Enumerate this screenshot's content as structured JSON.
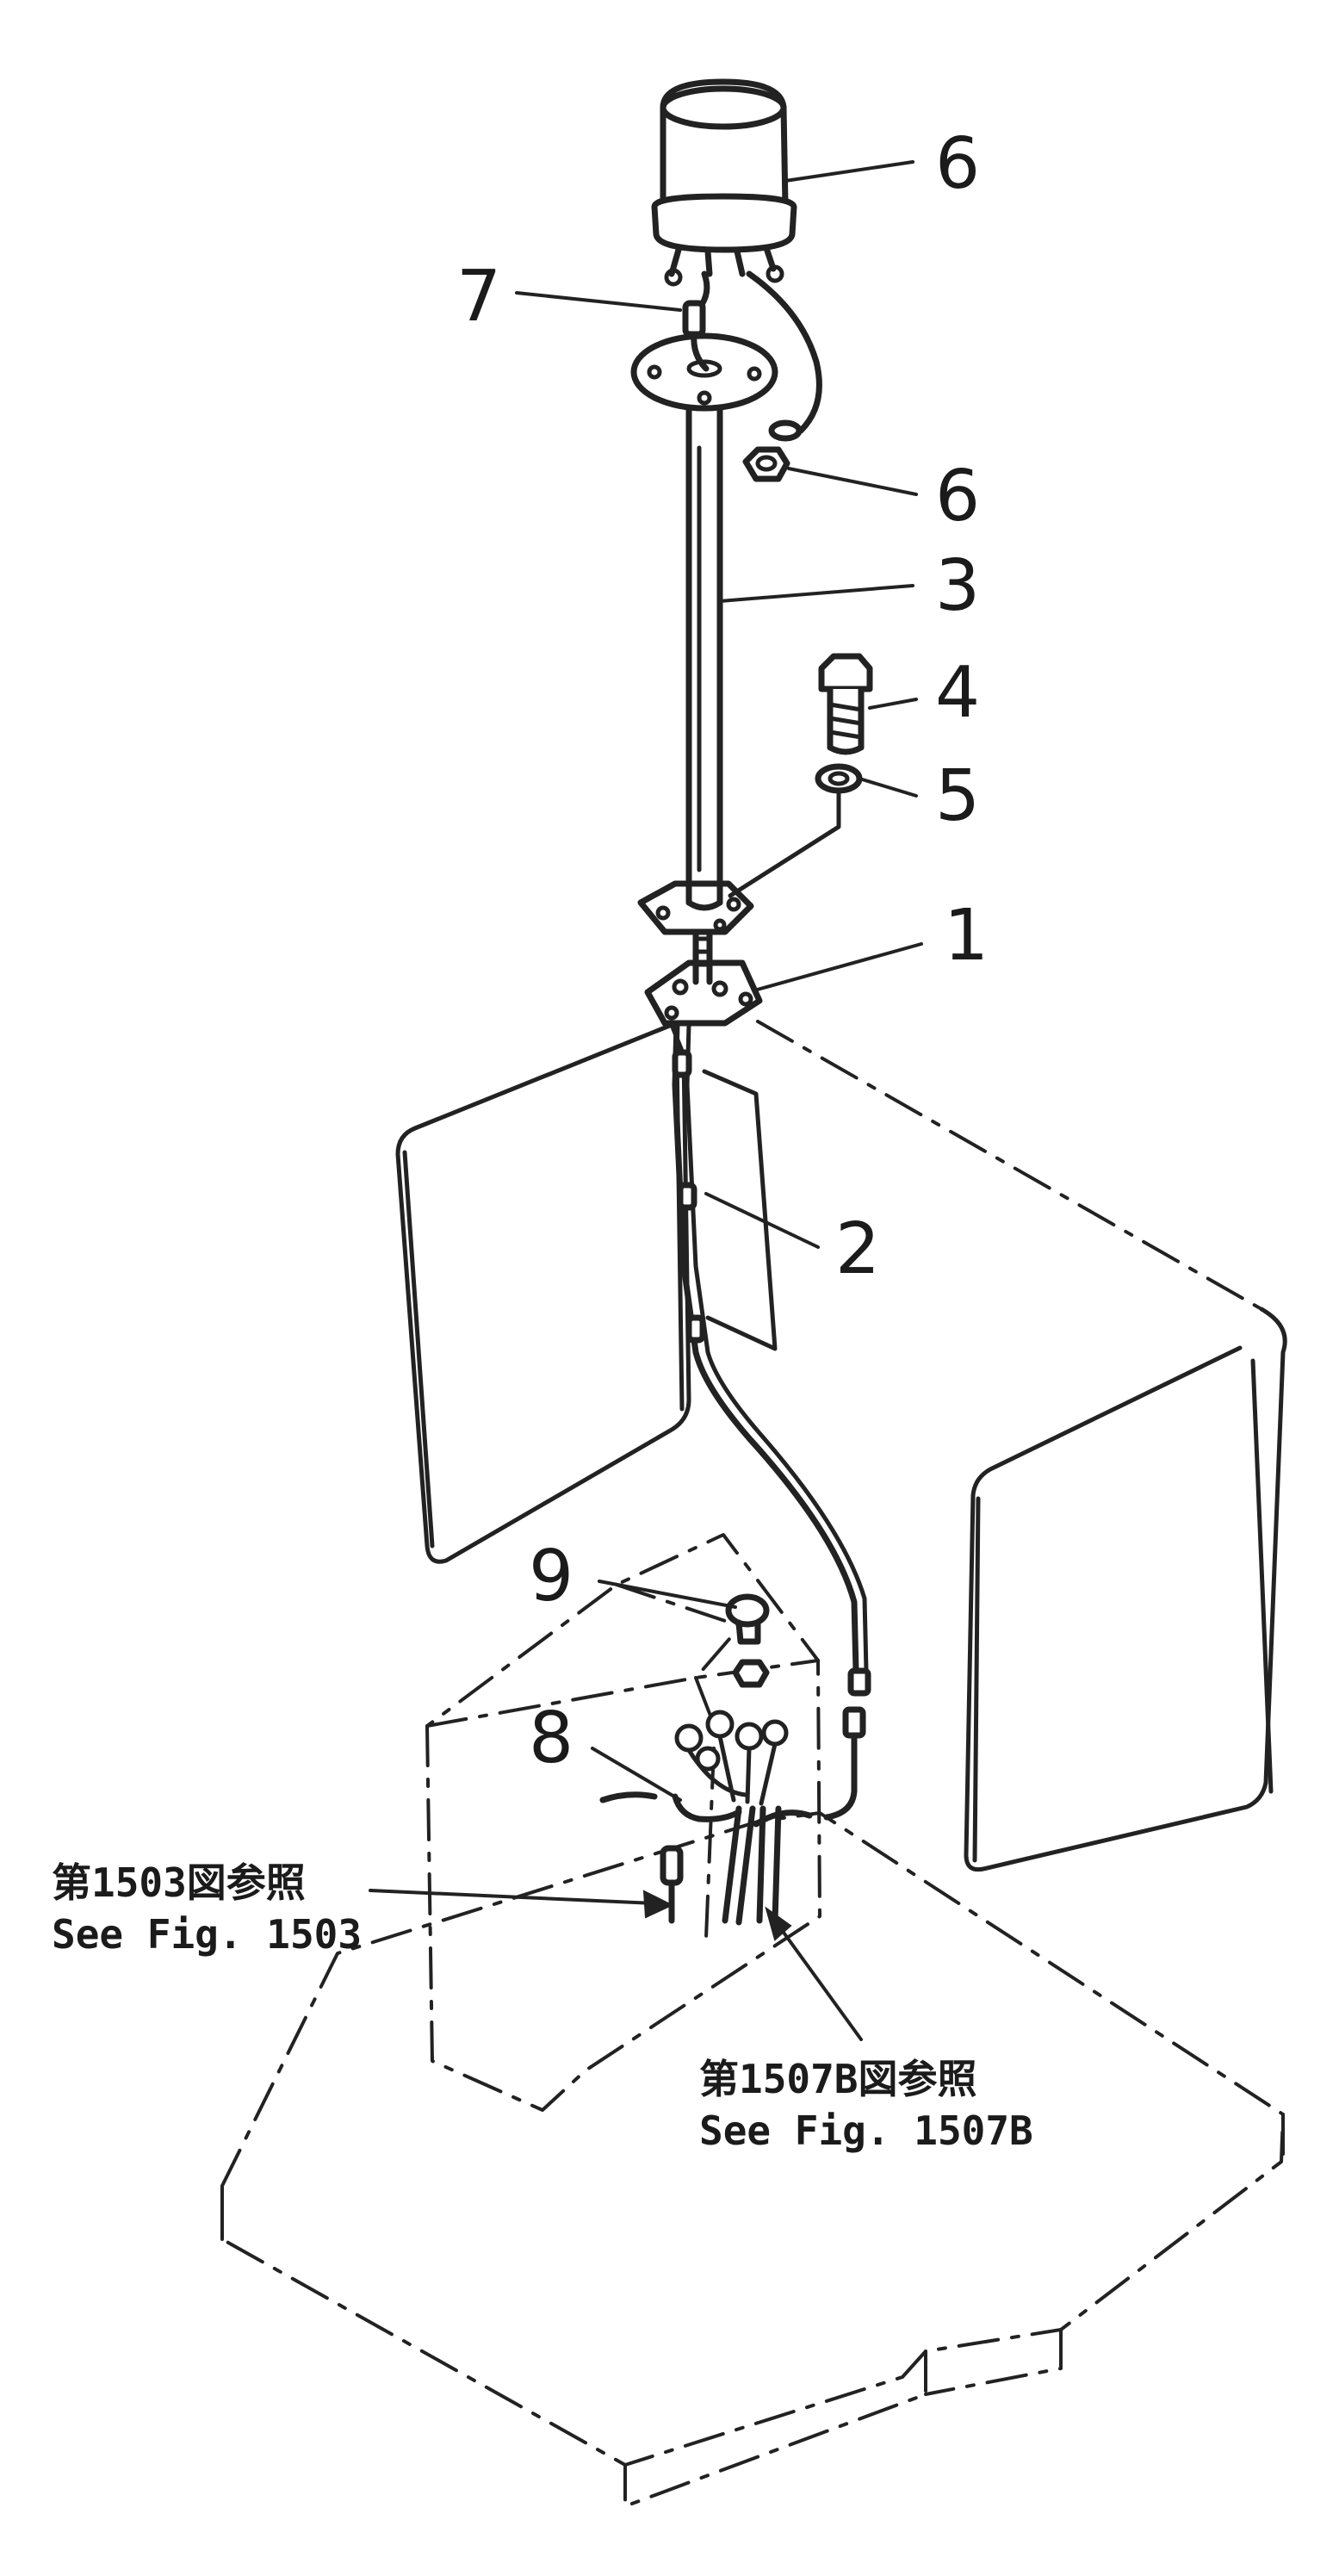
{
  "callouts": {
    "light": "6",
    "connector_top": "7",
    "nut": "6",
    "pole": "3",
    "bolt": "4",
    "washer": "5",
    "bracket": "1",
    "harness": "2",
    "connector_9": "9",
    "connector_8": "8"
  },
  "references": {
    "ref_1503_jp": "第1503図参照",
    "ref_1503_en": "See Fig. 1503",
    "ref_1507b_jp": "第1507B図参照",
    "ref_1507b_en": "See Fig. 1507B"
  }
}
